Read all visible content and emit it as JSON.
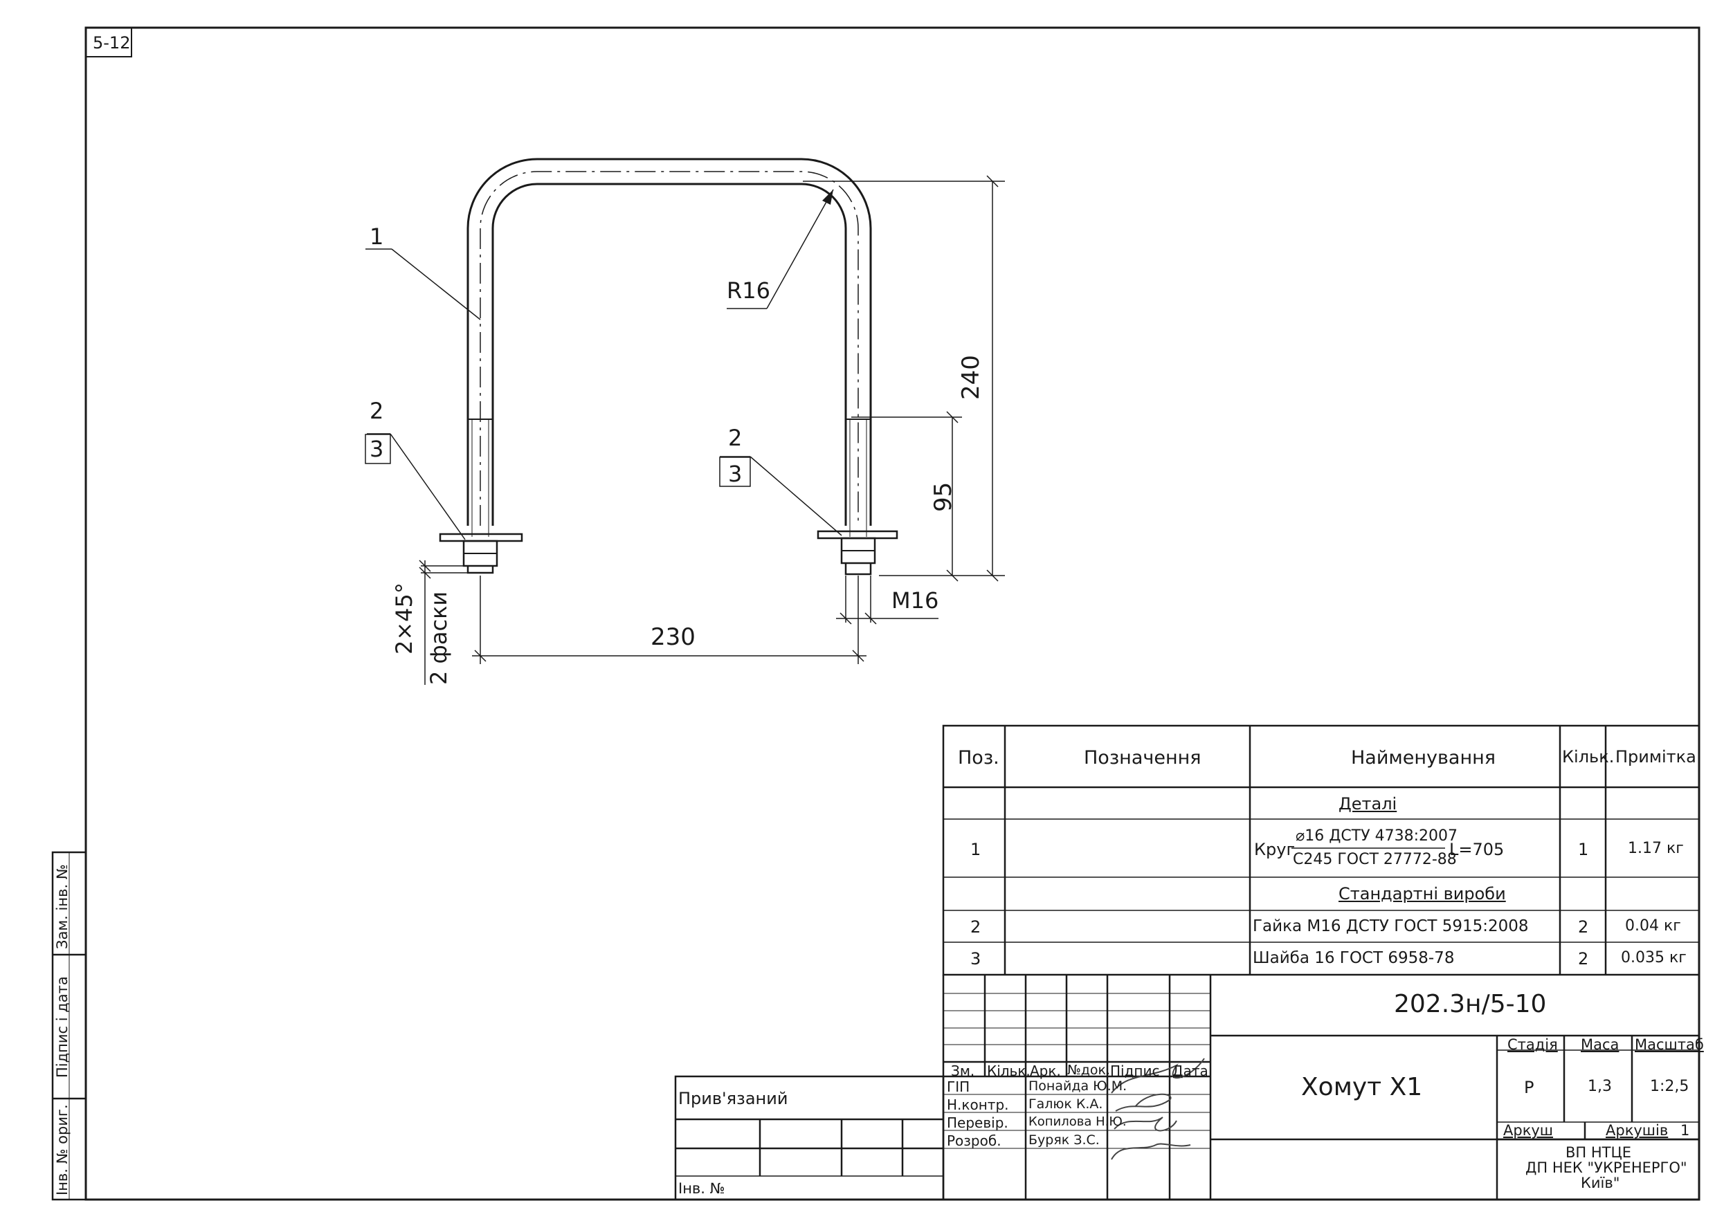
{
  "sheet_number": "5-12",
  "callouts": {
    "pos1": "1",
    "left_pos2": "2",
    "left_pos3": "3",
    "right_pos2": "2",
    "right_pos3": "3",
    "radius": "R16"
  },
  "dimensions": {
    "height_total": "240",
    "thread_length": "95",
    "width": "230",
    "thread": "M16",
    "chamfer_a": "2×45°",
    "chamfer_b": "2 фаски"
  },
  "spec_table": {
    "headers": {
      "pos": "Поз.",
      "designation": "Позначення",
      "name": "Найменування",
      "qty": "Кільк.",
      "note": "Примітка"
    },
    "section_details": "Деталі",
    "section_standard": "Стандартні вироби",
    "rows": [
      {
        "pos": "1",
        "name_prefix": "Круг",
        "name_top": "⌀16 ДСТУ 4738:2007",
        "name_bottom": "С245 ГОСТ 27772-88",
        "name_suffix": "L=705",
        "qty": "1",
        "note": "1.17 кг"
      },
      {
        "pos": "2",
        "name": "Гайка М16 ДСТУ ГОСТ 5915:2008",
        "qty": "2",
        "note": "0.04 кг"
      },
      {
        "pos": "3",
        "name": "Шайба 16 ГОСТ 6958-78",
        "qty": "2",
        "note": "0.035 кг"
      }
    ]
  },
  "title_block": {
    "doc_code": "202.3н/5-10",
    "title": "Хомут Х1",
    "col_headers": [
      "Зм.",
      "Кільк.",
      "Арк.",
      "№док.",
      "Підпис",
      "Дата"
    ],
    "roles": [
      "ГІП",
      "Н.контр.",
      "Перевір.",
      "Розроб."
    ],
    "names": [
      "Понайда Ю.М.",
      "Галюк К.А.",
      "Копилова Н.Ю.",
      "Буряк З.С."
    ],
    "stage_label": "Стадія",
    "stage": "Р",
    "mass_label": "Маса",
    "mass": "1,3",
    "scale_label": "Масштаб",
    "scale": "1:2,5",
    "sheet_label": "Аркуш",
    "sheets_label": "Аркушів",
    "sheets": "1",
    "org_line1": "ВП НТЦЕ",
    "org_line2": "ДП НЕК \"УКРЕНЕРГО\"",
    "org_line3": "Київ\""
  },
  "binding_block": {
    "label": "Прив'язаний",
    "inv_label": "Інв. №"
  },
  "side_stamp": {
    "inv_orig": "Інв. № ориг.",
    "sign_date": "Підпис і дата",
    "repl_inv": "Зам. інв. №"
  }
}
